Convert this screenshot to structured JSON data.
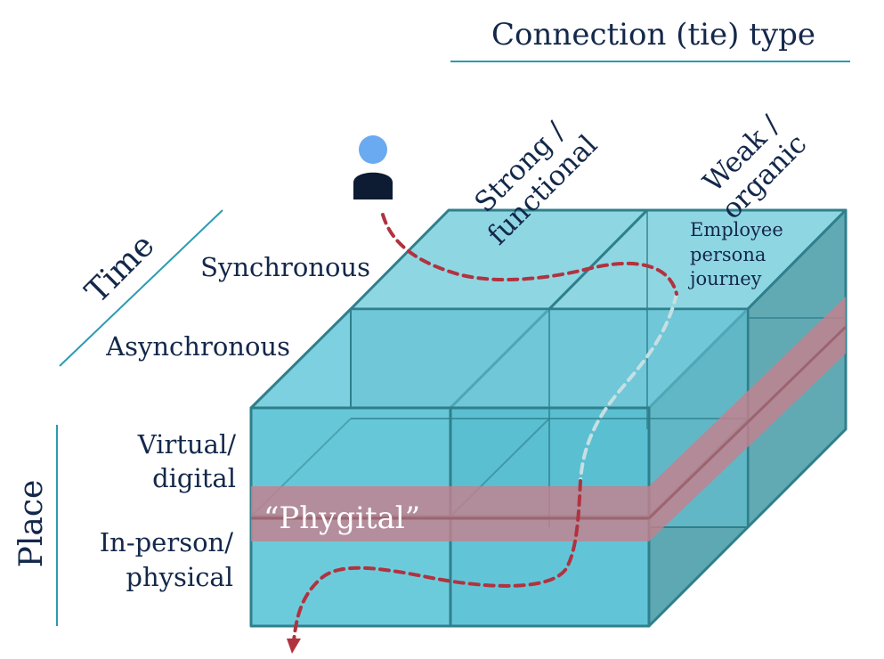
{
  "connection_title": "Connection (tie) type",
  "connection_types": {
    "strong": [
      "Strong /",
      "functional"
    ],
    "weak": [
      "Weak /",
      "organic"
    ]
  },
  "time": {
    "title": "Time",
    "synchronous": "Synchronous",
    "asynchronous": "Asynchronous"
  },
  "place": {
    "title": "Place",
    "virtual": [
      "Virtual/",
      "digital"
    ],
    "inperson": [
      "In-person/",
      "physical"
    ]
  },
  "phygital_label": "“Phygital”",
  "journey_label": [
    "Employee",
    "persona",
    "journey"
  ],
  "colors": {
    "text": "#13284a",
    "accent_line": "#2a9bb0",
    "cube_edge": "#2f7f8c",
    "cube_fill": "#5cc4d6",
    "phygital_band": "#c4808e",
    "path": "#b0333f",
    "person_head": "#6aaaf0",
    "person_body": "#0d1b33"
  }
}
